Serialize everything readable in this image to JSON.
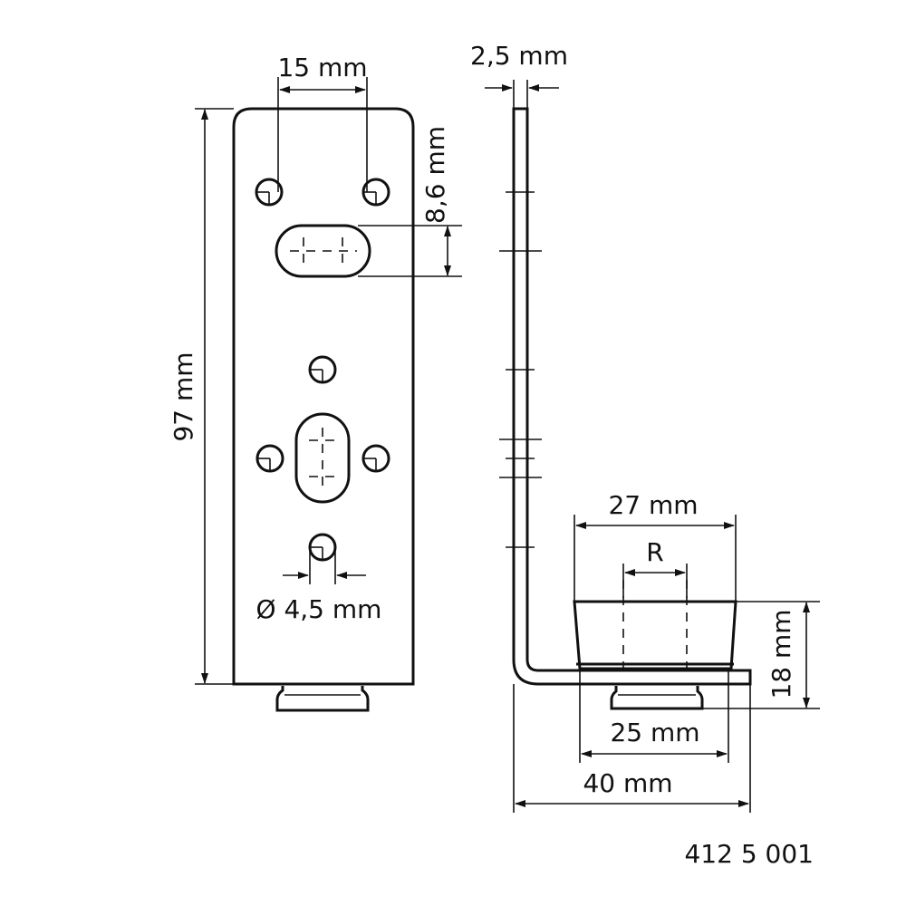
{
  "front_view": {
    "dim_hole_spacing": "15 mm",
    "dim_slot_height": "8,6 mm",
    "dim_height": "97 mm",
    "dim_hole_diameter": "Ø 4,5 mm"
  },
  "side_view": {
    "dim_thickness": "2,5 mm",
    "dim_buffer_top": "27 mm",
    "dim_radius": "R",
    "dim_buffer_height": "18 mm",
    "dim_buffer_bottom": "25 mm",
    "dim_depth": "40 mm"
  },
  "part_number": "412 5 001"
}
